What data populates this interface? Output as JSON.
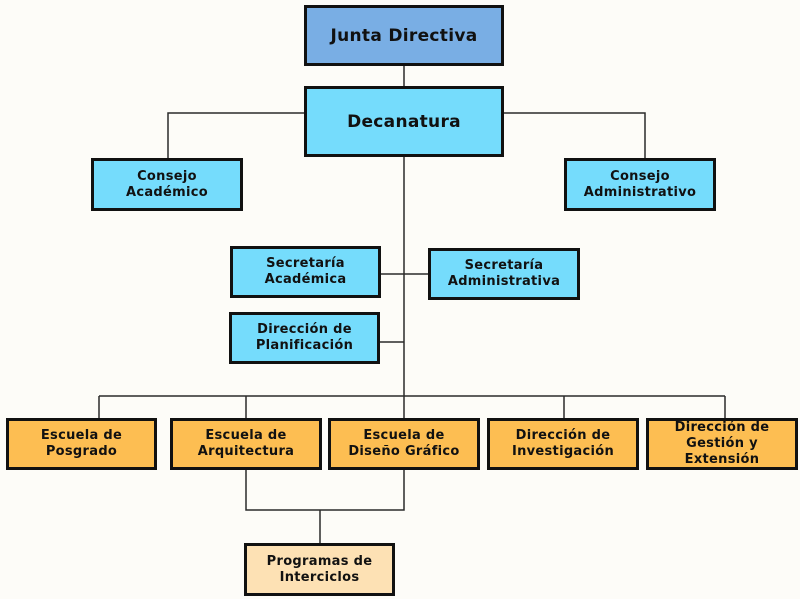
{
  "colors": {
    "top": "#79aee4",
    "cyan": "#75dcfc",
    "orange": "#fdbe52",
    "light": "#fde1b4",
    "lines": "#2b2b2b"
  },
  "org": {
    "junta": "Junta Directiva",
    "decanatura": "Decanatura",
    "consejo_academico": "Consejo\nAcadémico",
    "consejo_administrativo": "Consejo\nAdministrativo",
    "secretaria_academica": "Secretaría\nAcadémica",
    "secretaria_administrativa": "Secretaría\nAdministrativa",
    "direccion_planificacion": "Dirección de\nPlanificación",
    "escuela_posgrado": "Escuela de\nPosgrado",
    "escuela_arquitectura": "Escuela de\nArquitectura",
    "escuela_diseno": "Escuela de\nDiseño Gráfico",
    "direccion_investigacion": "Dirección de\nInvestigación",
    "direccion_gestion": "Dirección de\nGestión y Extensión",
    "programas_interciclos": "Programas de\nInterciclos"
  }
}
